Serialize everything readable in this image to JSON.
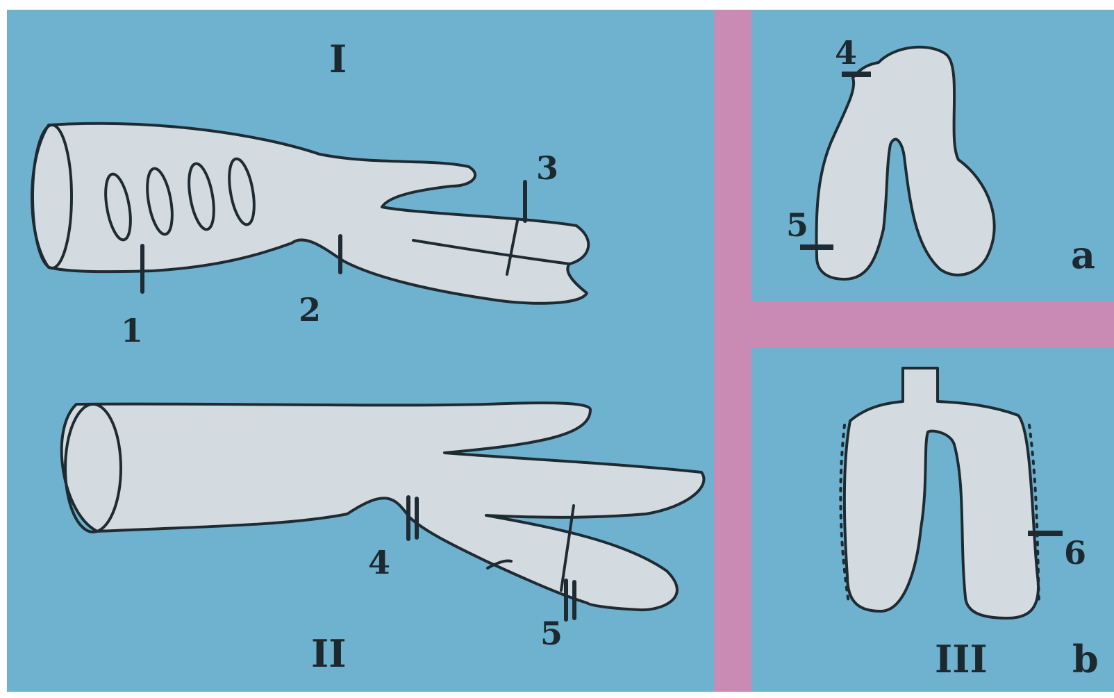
{
  "colors": {
    "background": "#6fb2cf",
    "divider": "#c98ab3",
    "shape_fill": "#d4dbe0",
    "outline": "#1f2b33",
    "label": "#1c2a30"
  },
  "panel_top_left": {
    "roman": "I",
    "labels": [
      "1",
      "2",
      "3"
    ]
  },
  "panel_bottom_left": {
    "roman": "II",
    "labels": [
      "4",
      "5"
    ]
  },
  "panel_top_right": {
    "letter": "a",
    "labels": [
      "4",
      "5"
    ]
  },
  "panel_bottom_right": {
    "roman": "III",
    "letter": "b",
    "labels": [
      "6"
    ]
  }
}
